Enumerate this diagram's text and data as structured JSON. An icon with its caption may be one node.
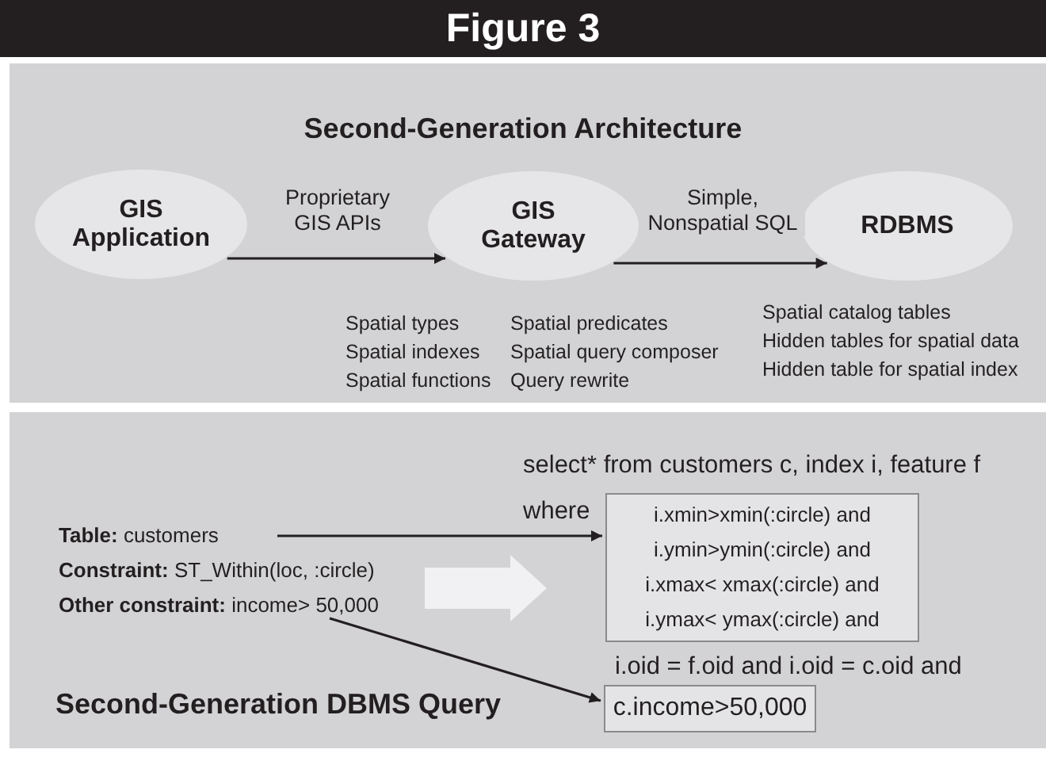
{
  "diagram": {
    "title": "Figure 3",
    "nodes": [
      {
        "text": [
          "GIS Application"
        ]
      },
      {
        "text": [
          "GIS Gateway"
        ]
      },
      {
        "text": [
          "RDBMS"
        ]
      },
      {
        "text": [
          "**Table:** customers"
        ]
      },
      {
        "text": [
          "**Other constraint:** income> 50,000"
        ]
      },
      {
        "text": [
          "i.xmin>xmin(:circle) and",
          "i.ymin>ymin(:circle) and",
          "i.xmax< xmax(:circle) and",
          "i.ymax< ymax(:circle) and"
        ]
      },
      {
        "text": [
          "c.income>50,000"
        ]
      }
    ],
    "edges": [
      {
        "from": 0,
        "to": 1,
        "arrow": "to",
        "label": "Proprietary GIS APIs"
      },
      {
        "from": 1,
        "to": 2,
        "arrow": "to",
        "label": "Simple, Nonspatial SQL"
      },
      {
        "from": 3,
        "to": 5,
        "arrow": "to"
      },
      {
        "from": 4,
        "to": 6,
        "arrow": "to"
      }
    ],
    "labels": [
      "Second-Generation Architecture",
      "Spatial types",
      "Spatial indexes",
      "Spatial functions",
      "Spatial predicates",
      "Spatial query composer",
      "Query rewrite",
      "Spatial catalog tables",
      "Hidden tables for spatial data",
      "Hidden table for spatial index",
      "select* from customers c, index i, feature f",
      "where",
      "**Constraint:** ST_Within(loc, :circle)",
      "i.oid = f.oid and i.oid = c.oid and",
      "Second-Generation DBMS Query"
    ]
  }
}
